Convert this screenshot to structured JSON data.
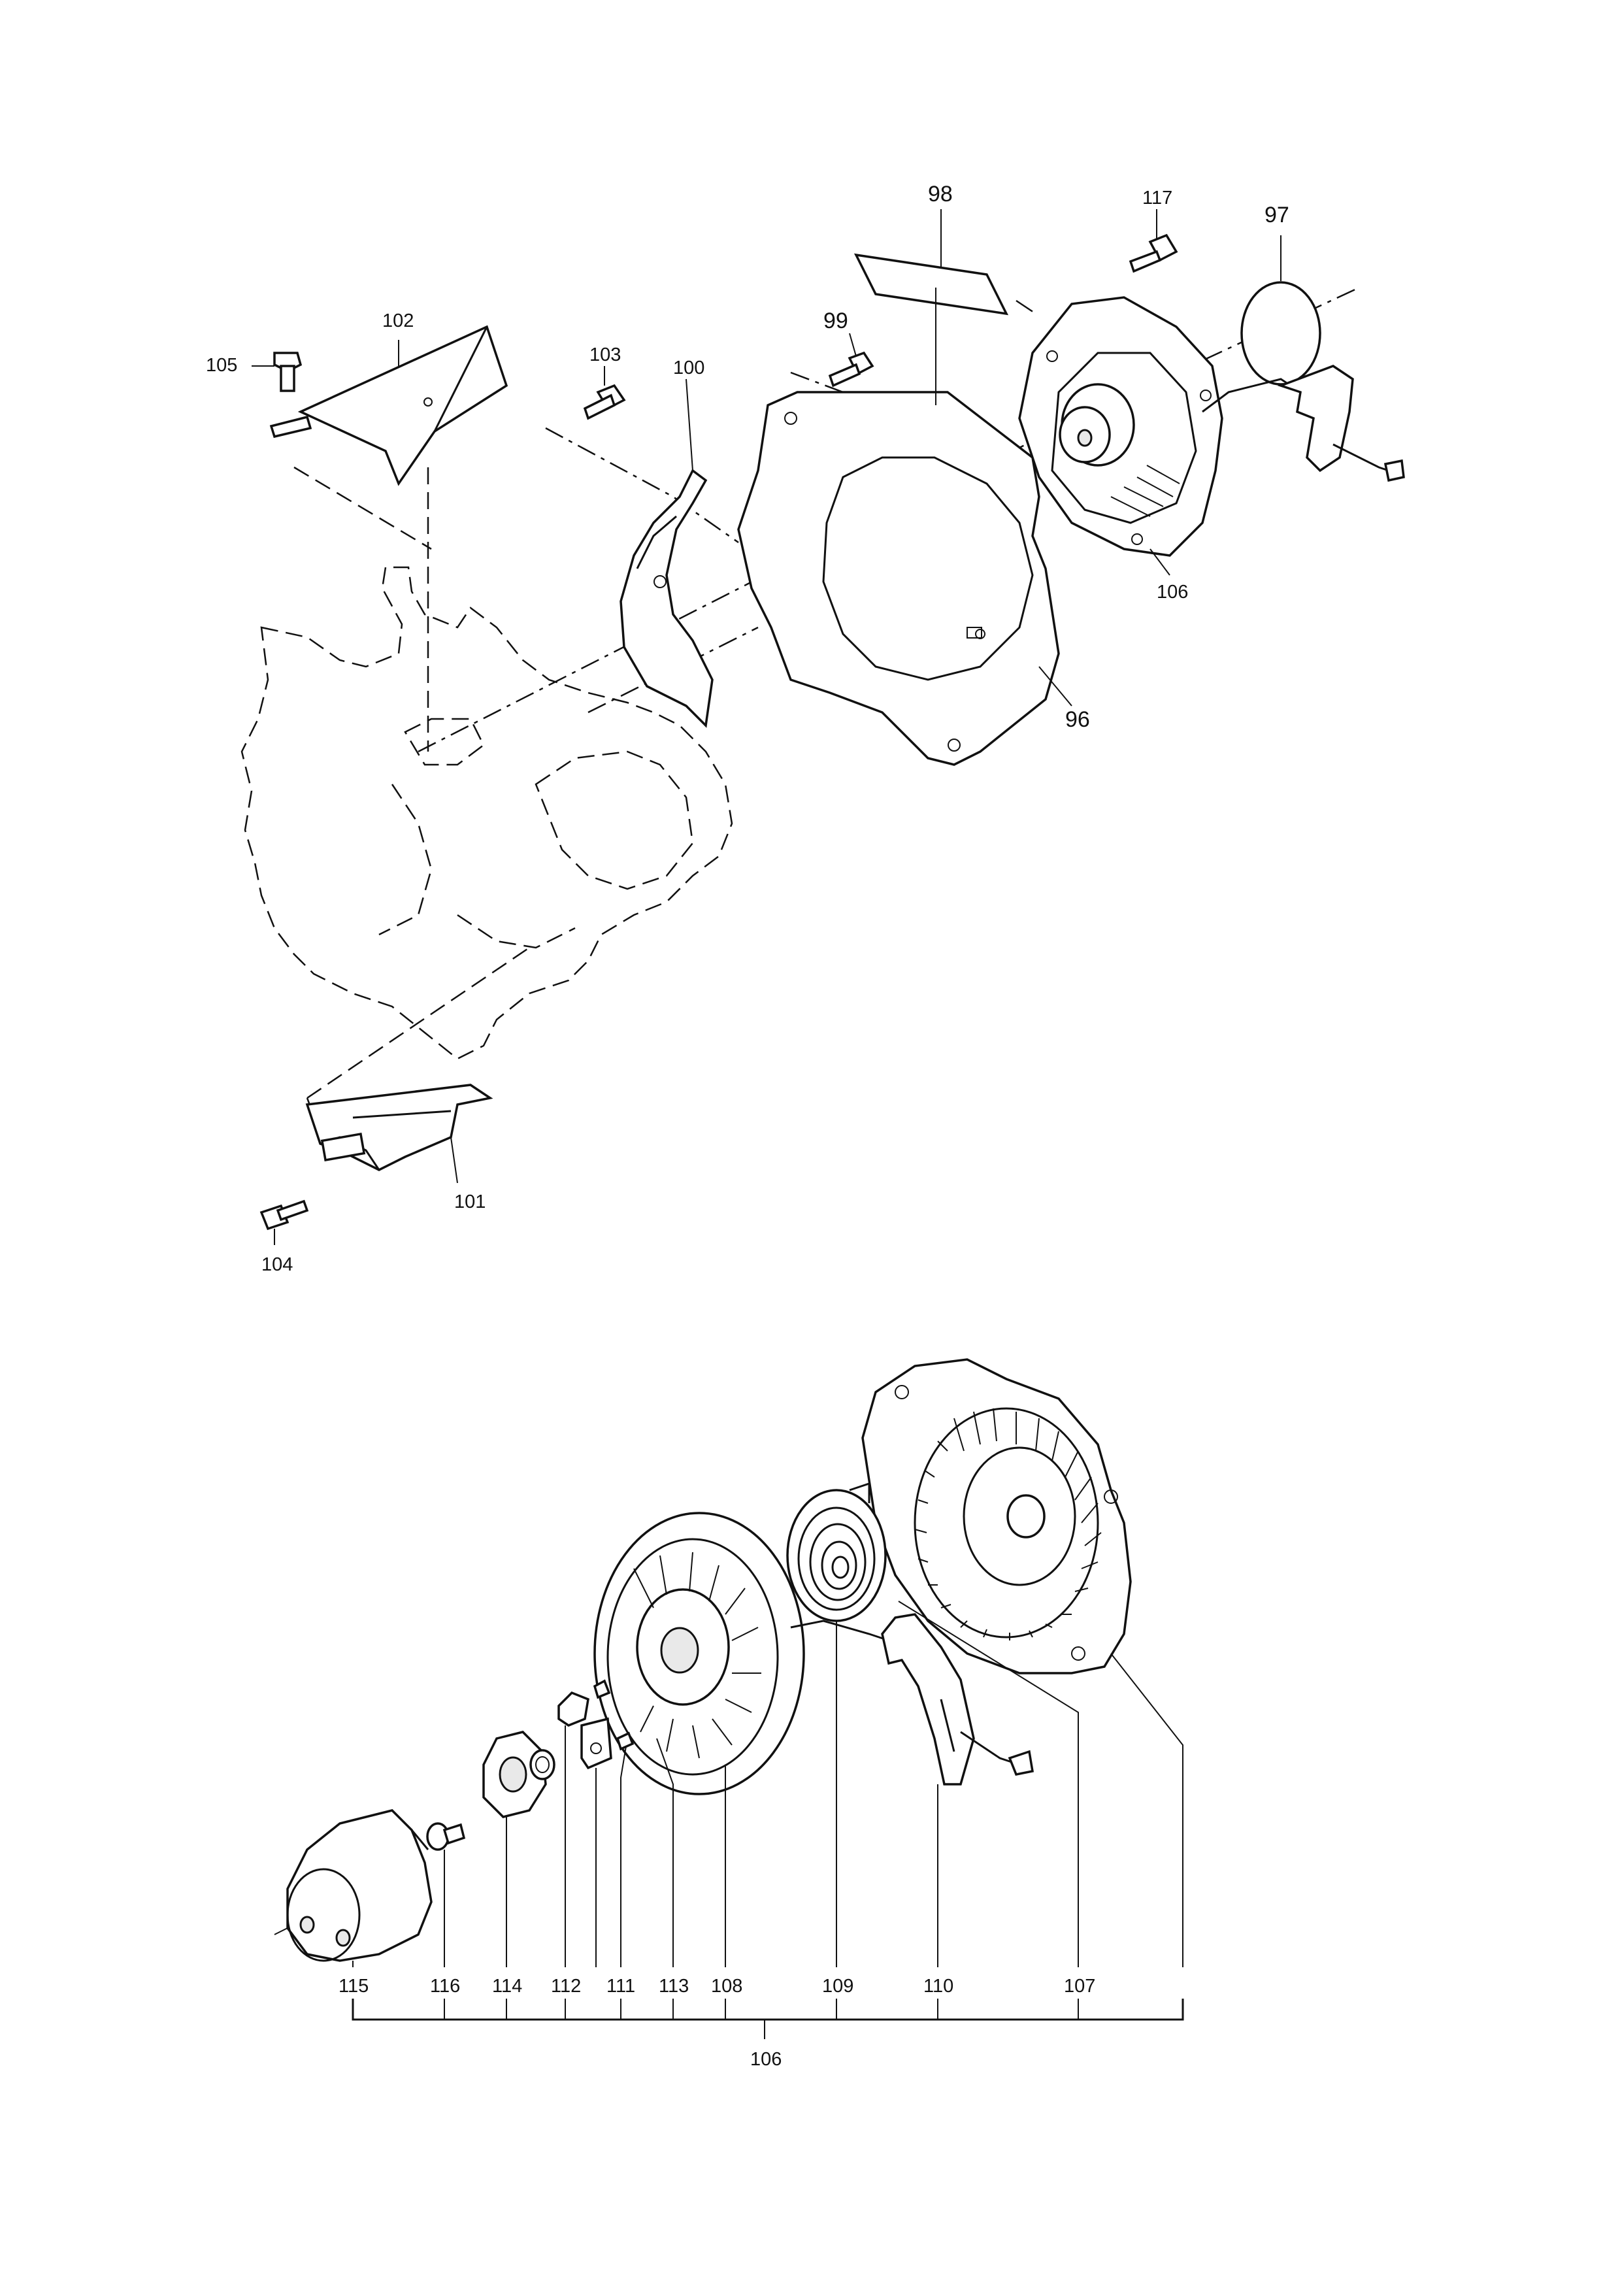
{
  "diagram": {
    "type": "exploded-parts-view",
    "upper_assembly": {
      "labels": {
        "p96": "96",
        "p97": "97",
        "p98": "98",
        "p99": "99",
        "p100": "100",
        "p101": "101",
        "p102": "102",
        "p103": "103",
        "p104": "104",
        "p105": "105",
        "p106": "106",
        "p117": "117"
      }
    },
    "recoil_starter": {
      "labels": {
        "p107": "107",
        "p108": "108",
        "p109": "109",
        "p110": "110",
        "p111": "111",
        "p112": "112",
        "p113": "113",
        "p114": "114",
        "p115": "115",
        "p116": "116"
      },
      "group_label": "106"
    }
  }
}
